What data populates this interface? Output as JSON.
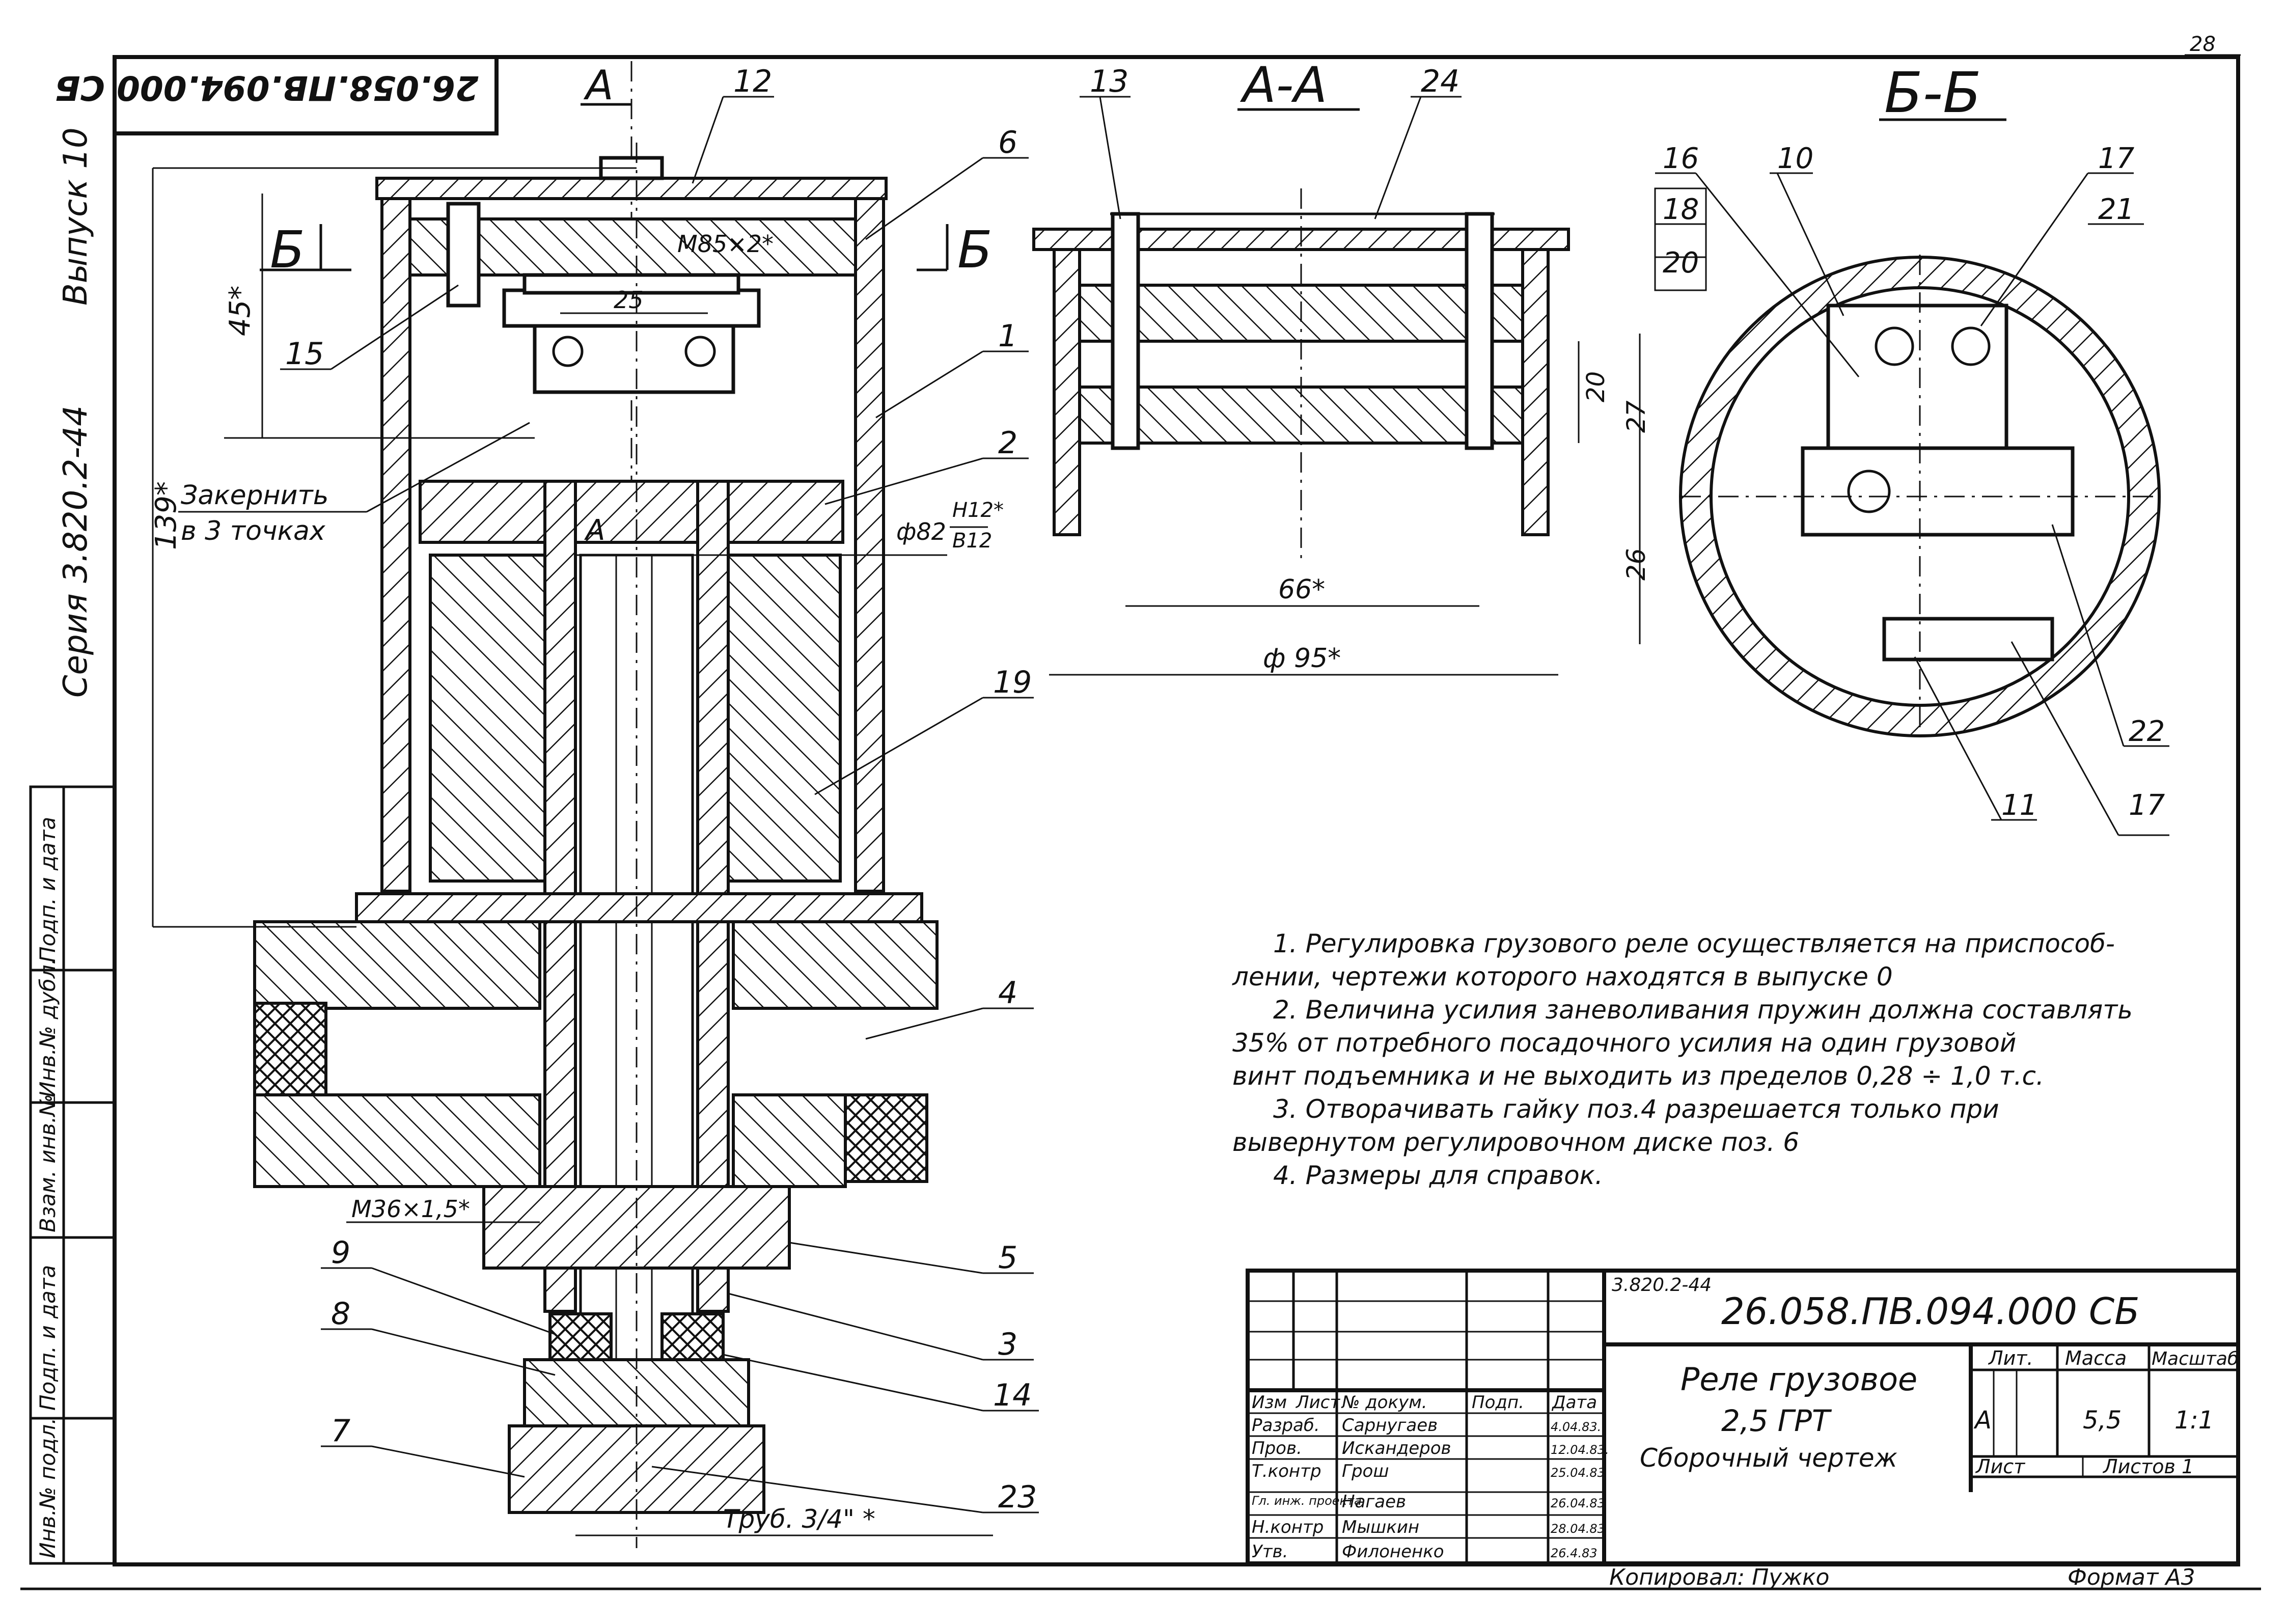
{
  "page_number": "28",
  "side_margin": {
    "release": "Выпуск 10",
    "series": "Серия 3.820.2-44"
  },
  "left_stamp_cells": [
    "Подп. и дата",
    "Инв.№ дубл.",
    "Взам. инв.№",
    "Подп. и дата",
    "Инв.№ подл."
  ],
  "doc_number_rotated": "26.058.ПВ.094.000 СБ",
  "section_labels": {
    "view_a_marker": "А",
    "section_aa": "А-А",
    "section_bb": "Б-Б",
    "marker_b": "Б",
    "marker_a_small": "А"
  },
  "callouts": [
    "1",
    "2",
    "3",
    "4",
    "5",
    "6",
    "7",
    "8",
    "9",
    "10",
    "11",
    "12",
    "13",
    "14",
    "15",
    "16",
    "17",
    "18",
    "19",
    "20",
    "21",
    "22",
    "23",
    "24"
  ],
  "dimensions": {
    "thread_top": "М85×2*",
    "width_25": "25",
    "height_45": "45*",
    "height_139": "139*",
    "diameter_82": "ф82",
    "fit_upper": "H12*",
    "fit_lower": "B12",
    "thread_bottom": "М36×1,5*",
    "pipe": "Труб. 3/4\" *",
    "dim_20": "20",
    "dim_66": "66*",
    "dim_95": "ф 95*",
    "dim_27": "27",
    "dim_26": "26"
  },
  "annotation": {
    "punch_line1": "Закернить",
    "punch_line2": "в 3 точках"
  },
  "notes": [
    "1. Регулировка грузового реле осуществляется на приспособ-",
    "лении, чертежи которого находятся в выпуске 0",
    "2. Величина усилия заневоливания пружин должна составлять",
    "35% от потребного посадочного усилия на один грузовой",
    "винт подъемника и не выходить из пределов 0,28 ÷ 1,0 т.с.",
    "3. Отворачивать гайку поз.4 разрешается только при",
    "вывернутом регулировочном диске поз. 6",
    "4. Размеры для справок."
  ],
  "title_block": {
    "series_ref": "3.820.2-44",
    "doc_number": "26.058.ПВ.094.000 СБ",
    "title_line1": "Реле грузовое",
    "title_line2": "2,5 ГРТ",
    "title_line3": "Сборочный чертеж",
    "col_izm": "Изм",
    "col_list": "Лист",
    "col_doc": "№ докум.",
    "col_sign": "Подп.",
    "col_date": "Дата",
    "roles": [
      {
        "role": "Разраб.",
        "name": "Сарнугаев",
        "date": "4.04.83."
      },
      {
        "role": "Пров.",
        "name": "Искандеров",
        "date": "12.04.83."
      },
      {
        "role": "Т.контр",
        "name": "Грош",
        "date": "25.04.83"
      },
      {
        "role": "Гл. инж. проекта",
        "name": "Нагаев",
        "date": "26.04.83"
      },
      {
        "role": "Н.контр",
        "name": "Мышкин",
        "date": "28.04.83"
      },
      {
        "role": "Утв.",
        "name": "Филоненко",
        "date": "26.4.83"
      }
    ],
    "lit_header": "Лит.",
    "mass_header": "Масса",
    "scale_header": "Масштаб",
    "lit_value": "А",
    "mass_value": "5,5",
    "scale_value": "1:1",
    "sheet_label": "Лист",
    "sheets_label": "Листов 1"
  },
  "footer": {
    "copied": "Копировал: Пужко",
    "format": "Формат А3"
  }
}
